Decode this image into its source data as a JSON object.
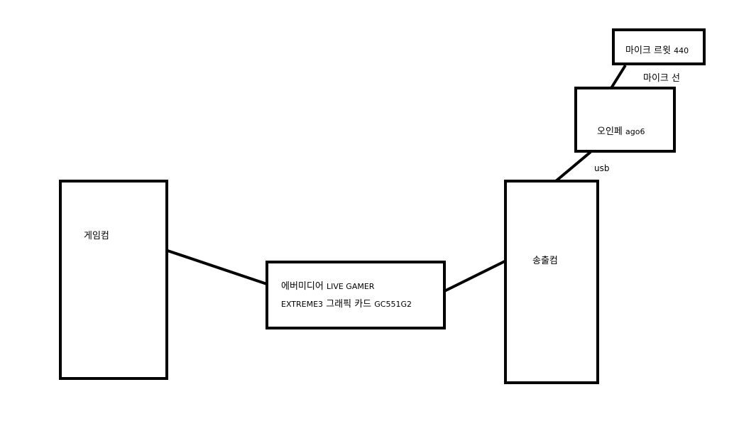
{
  "nodes": {
    "game_pc": {
      "label": "게임컴"
    },
    "capture_card": {
      "line1_ko": "에버미디어",
      "line1_en": "LIVE GAMER",
      "line2_en1": "EXTREME3",
      "line2_ko": "그래픽 카드",
      "line2_en2": "GC551G2"
    },
    "stream_pc": {
      "label": "송출컴"
    },
    "audio_interface": {
      "label_ko": "오인페",
      "label_en": "ago6"
    },
    "microphone": {
      "label_ko": "마이크 르윗",
      "label_en": "440"
    }
  },
  "edges": {
    "usb": "usb",
    "mic_cable": "마이크 선"
  },
  "colors": {
    "stroke": "#000000",
    "background": "#ffffff"
  }
}
